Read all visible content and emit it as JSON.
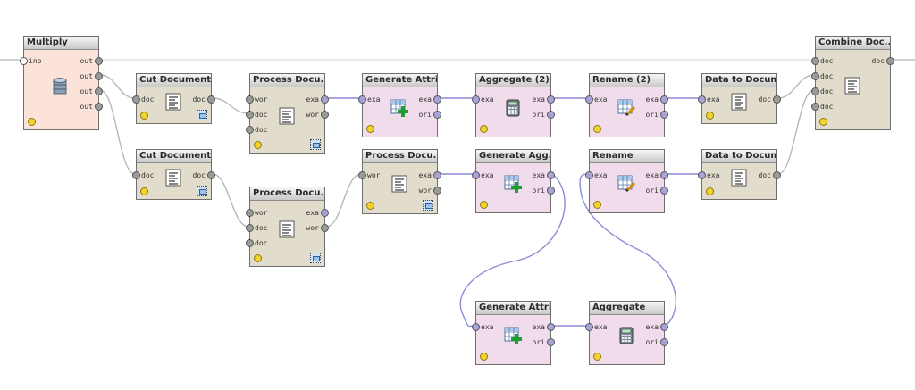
{
  "operators": {
    "multiply": {
      "title": "Multiply",
      "in_ports": [
        "inp"
      ],
      "out_ports": [
        "out",
        "out",
        "out",
        "out"
      ],
      "icon": "database-icon"
    },
    "cut1": {
      "title": "Cut Document",
      "in_ports": [
        "doc"
      ],
      "out_ports": [
        "doc"
      ],
      "icon": "document-icon"
    },
    "cut2": {
      "title": "Cut Document...",
      "in_ports": [
        "doc"
      ],
      "out_ports": [
        "doc"
      ],
      "icon": "document-icon"
    },
    "proc1": {
      "title": "Process Docu...",
      "in_ports": [
        "wor",
        "doc",
        "doc"
      ],
      "out_ports": [
        "exa",
        "wor"
      ],
      "icon": "document-icon"
    },
    "proc2": {
      "title": "Process Docu...",
      "in_ports": [
        "wor",
        "doc",
        "doc"
      ],
      "out_ports": [
        "exa",
        "wor"
      ],
      "icon": "document-icon"
    },
    "proc3": {
      "title": "Process Docu...",
      "in_ports": [
        "wor"
      ],
      "out_ports": [
        "exa",
        "wor"
      ],
      "icon": "document-icon"
    },
    "genattr1": {
      "title": "Generate Attri...",
      "in_ports": [
        "exa"
      ],
      "out_ports": [
        "exa",
        "ori"
      ],
      "icon": "table-add-icon"
    },
    "genagg": {
      "title": "Generate Agg...",
      "in_ports": [
        "exa"
      ],
      "out_ports": [
        "exa",
        "ori"
      ],
      "icon": "table-add-icon"
    },
    "genattr2": {
      "title": "Generate Attri...",
      "in_ports": [
        "exa"
      ],
      "out_ports": [
        "exa",
        "ori"
      ],
      "icon": "table-add-icon"
    },
    "agg2": {
      "title": "Aggregate (2)",
      "in_ports": [
        "exa"
      ],
      "out_ports": [
        "exa",
        "ori"
      ],
      "icon": "calculator-icon"
    },
    "agg": {
      "title": "Aggregate",
      "in_ports": [
        "exa"
      ],
      "out_ports": [
        "exa",
        "ori"
      ],
      "icon": "calculator-icon"
    },
    "rename2": {
      "title": "Rename (2)",
      "in_ports": [
        "exa"
      ],
      "out_ports": [
        "exa",
        "ori"
      ],
      "icon": "table-edit-icon"
    },
    "rename": {
      "title": "Rename",
      "in_ports": [
        "exa"
      ],
      "out_ports": [
        "exa",
        "ori"
      ],
      "icon": "table-edit-icon"
    },
    "dtd1": {
      "title": "Data to Docum...",
      "in_ports": [
        "exa"
      ],
      "out_ports": [
        "doc"
      ],
      "icon": "document-icon"
    },
    "dtd2": {
      "title": "Data to Docum...",
      "in_ports": [
        "exa"
      ],
      "out_ports": [
        "doc"
      ],
      "icon": "document-icon"
    },
    "combine": {
      "title": "Combine Doc...",
      "in_ports": [
        "doc",
        "doc",
        "doc",
        "doc"
      ],
      "out_ports": [
        "doc"
      ],
      "icon": "document-icon"
    }
  },
  "colors": {
    "wire_doc": "#b8b8b8",
    "wire_exa": "#8f8ad6",
    "port_doc": "#9a9a9a",
    "port_exa": "#a7a3d6",
    "status": "#f2d22b"
  }
}
